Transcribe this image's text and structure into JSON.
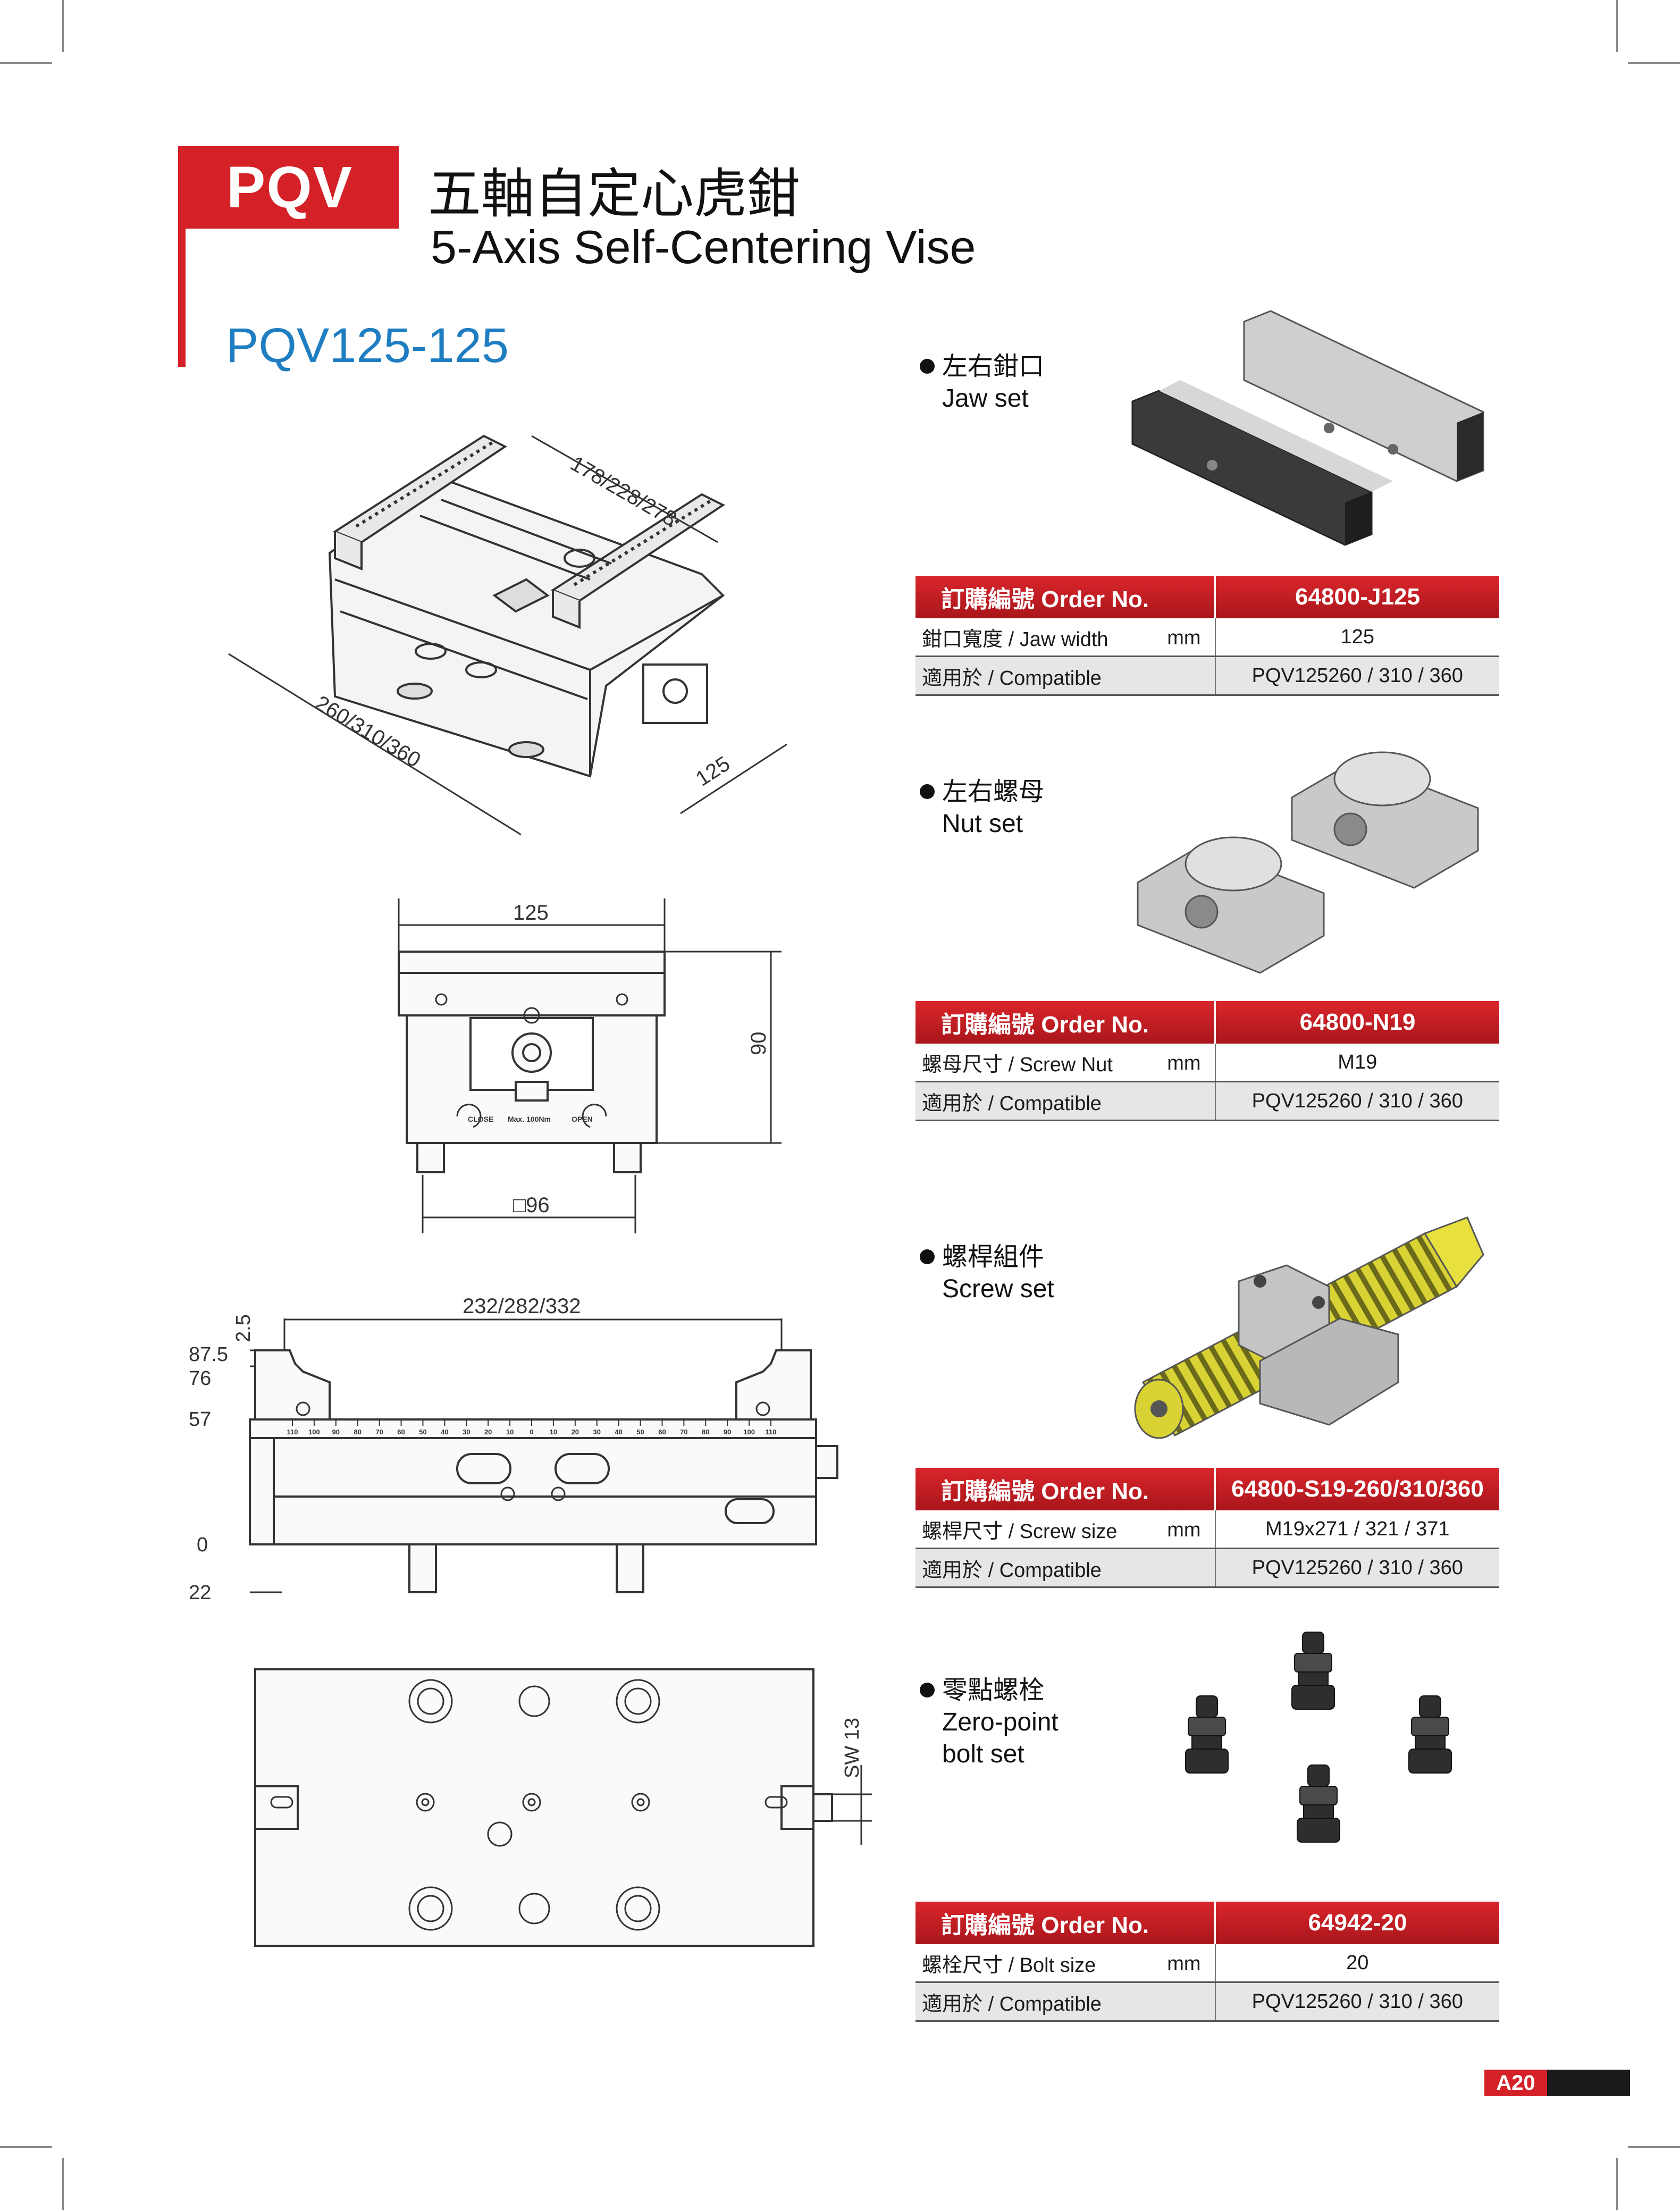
{
  "header": {
    "badge": "PQV",
    "title_zh": "五軸自定心虎鉗",
    "title_en": "5-Axis Self-Centering Vise",
    "model": "PQV125-125"
  },
  "drawings": {
    "iso": {
      "depth_dim": "178/228/278",
      "length_dim": "260/310/360",
      "width_dim": "125"
    },
    "front": {
      "width_dim": "125",
      "height_dim": "90",
      "base_dim": "□96",
      "close_label": "CLOSE",
      "max_label": "Max. 100Nm",
      "open_label": "OPEN"
    },
    "side": {
      "length_dim": "232/282/332",
      "heights": [
        "2.5",
        "87.5",
        "76",
        "57",
        "0",
        "22"
      ],
      "scale": [
        "110",
        "100",
        "90",
        "80",
        "70",
        "60",
        "50",
        "40",
        "30",
        "20",
        "10",
        "0",
        "10",
        "20",
        "30",
        "40",
        "50",
        "60",
        "70",
        "80",
        "90",
        "100",
        "110"
      ]
    },
    "bottom": {
      "sw_dim": "SW 13"
    }
  },
  "products": [
    {
      "label_zh": "左右鉗口",
      "label_en": "Jaw set",
      "order_label_zh": "訂購編號",
      "order_label_en": "Order No.",
      "order_no": "64800-J125",
      "spec_zh": "鉗口寬度",
      "spec_en": "Jaw width",
      "unit": "mm",
      "spec_value": "125",
      "compat_zh": "適用於",
      "compat_en": "Compatible",
      "compat_value": "PQV125260 / 310 / 360"
    },
    {
      "label_zh": "左右螺母",
      "label_en": "Nut set",
      "order_label_zh": "訂購編號",
      "order_label_en": "Order No.",
      "order_no": "64800-N19",
      "spec_zh": "螺母尺寸",
      "spec_en": "Screw Nut",
      "unit": "mm",
      "spec_value": "M19",
      "compat_zh": "適用於",
      "compat_en": "Compatible",
      "compat_value": "PQV125260 / 310 / 360"
    },
    {
      "label_zh": "螺桿組件",
      "label_en": "Screw set",
      "order_label_zh": "訂購編號",
      "order_label_en": "Order No.",
      "order_no": "64800-S19-260/310/360",
      "spec_zh": "螺桿尺寸",
      "spec_en": "Screw size",
      "unit": "mm",
      "spec_value": "M19x271 / 321 / 371",
      "compat_zh": "適用於",
      "compat_en": "Compatible",
      "compat_value": "PQV125260 / 310 / 360"
    },
    {
      "label_zh": "零點螺栓",
      "label_en": "Zero-point",
      "label_en2": "bolt set",
      "order_label_zh": "訂購編號",
      "order_label_en": "Order No.",
      "order_no": "64942-20",
      "spec_zh": "螺栓尺寸",
      "spec_en": "Bolt size",
      "unit": "mm",
      "spec_value": "20",
      "compat_zh": "適用於",
      "compat_en": "Compatible",
      "compat_value": "PQV125260 / 310 / 360"
    }
  ],
  "page_number": "A20",
  "colors": {
    "brand_red": "#d42027",
    "model_blue": "#1f7ec2",
    "table_grey": "#e6e6e6",
    "screw_yellow": "#d8d234"
  }
}
